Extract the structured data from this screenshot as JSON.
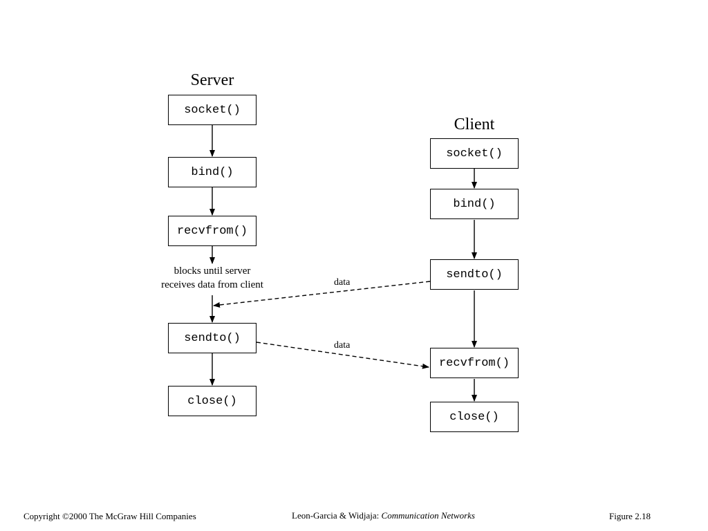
{
  "server": {
    "title": "Server",
    "steps": [
      "socket()",
      "bind()",
      "recvfrom()",
      "sendto()",
      "close()"
    ],
    "note": [
      "blocks until server",
      "receives data from client"
    ]
  },
  "client": {
    "title": "Client",
    "steps": [
      "socket()",
      "bind()",
      "sendto()",
      "recvfrom()",
      "close()"
    ]
  },
  "messages": [
    {
      "label": "data",
      "from": "client.sendto()",
      "to": "server",
      "style": "dashed"
    },
    {
      "label": "data",
      "from": "server.sendto()",
      "to": "client.recvfrom()",
      "style": "dashed"
    }
  ],
  "footer": {
    "copyright": "Copyright ©2000 The McGraw Hill Companies",
    "authors": "Leon-Garcia & Widjaja:",
    "book": "Communication Networks",
    "figure": "Figure 2.18"
  }
}
